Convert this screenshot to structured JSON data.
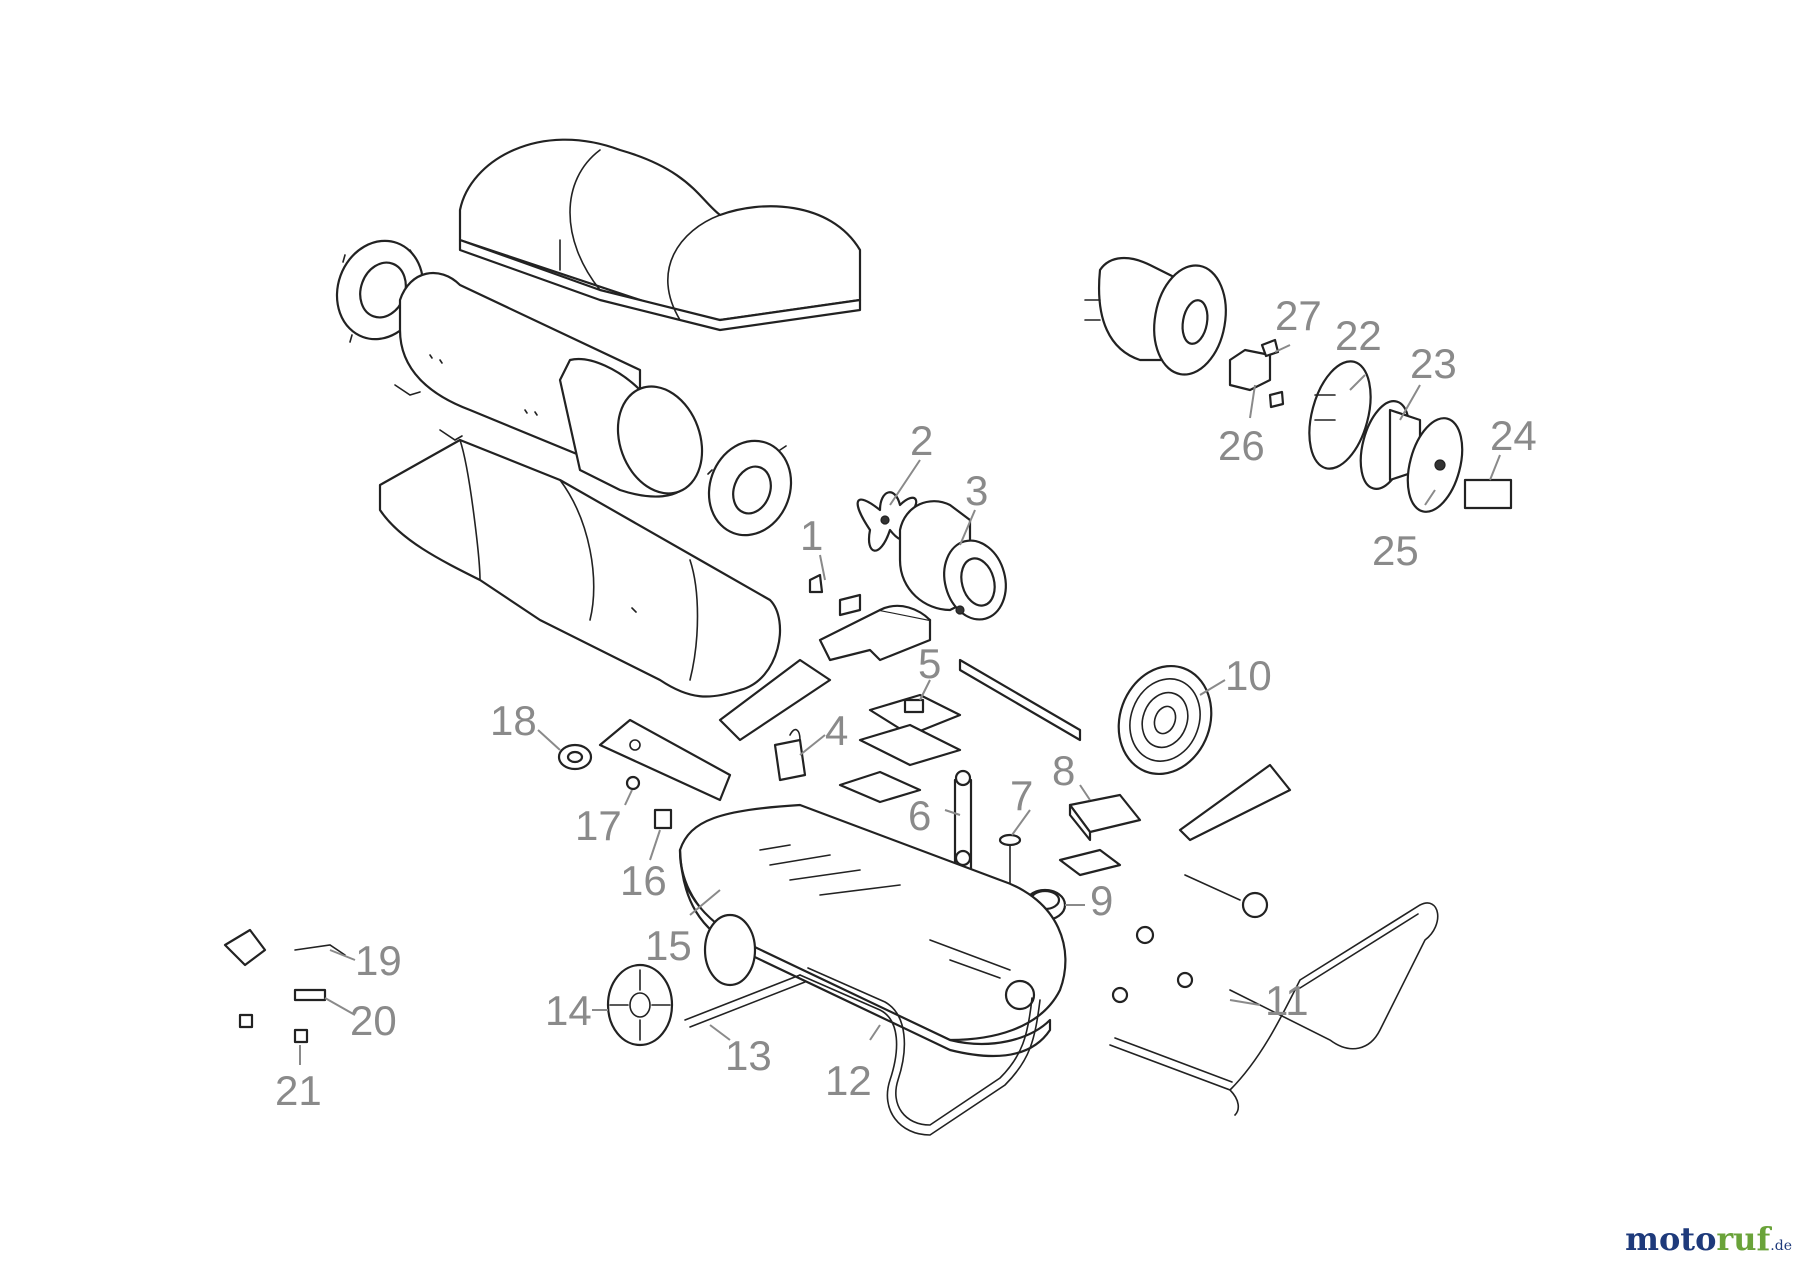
{
  "watermark": {
    "part1": "moto",
    "part2": "ruf",
    "suffix": ".de"
  },
  "parts": [
    "1",
    "2",
    "3",
    "4",
    "5",
    "6",
    "7",
    "8",
    "9",
    "10",
    "11",
    "12",
    "13",
    "14",
    "15",
    "16",
    "17",
    "18",
    "19",
    "20",
    "21",
    "22",
    "23",
    "24",
    "25",
    "26",
    "27"
  ]
}
